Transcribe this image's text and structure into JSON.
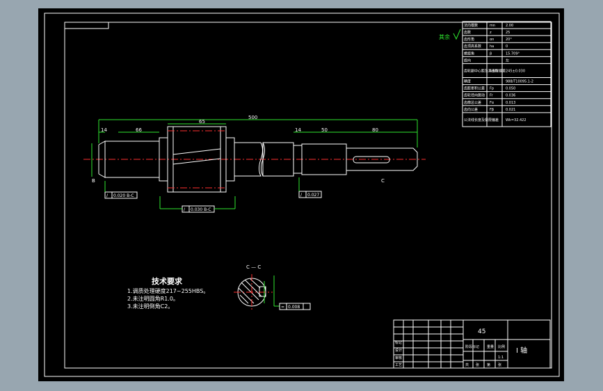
{
  "drawing": {
    "part_name": "I 轴",
    "material": "45",
    "scale": "1:1",
    "dim_overall": "500",
    "dim_65": "65",
    "dim_66": "66",
    "dim_14a": "14",
    "dim_14b": "14",
    "dim_50": "50",
    "dim_80": "80",
    "tol_1": "0.020 B-C",
    "tol_2": "0.030 B-C",
    "tol_3": "0.027",
    "tol_4": "0.008",
    "section_label": "C — C",
    "tech_title": "技术要求",
    "tech_items": [
      "1.调质处理硬度217~255HBS。",
      "2.未注明圆角R1.0。",
      "3.未注明倒角C2。"
    ],
    "rough_mark": "其余",
    "label_b": "B",
    "label_c": "C"
  },
  "gear_table": [
    {
      "name": "法向模数",
      "sym": "mn",
      "val": "2.00"
    },
    {
      "name": "齿数",
      "sym": "z",
      "val": "25"
    },
    {
      "name": "齿形角",
      "sym": "αn",
      "val": "20°"
    },
    {
      "name": "齿顶高系数",
      "sym": "ha",
      "val": "0"
    },
    {
      "name": "螺旋角",
      "sym": "β",
      "val": "15.709°"
    },
    {
      "name": "旋向",
      "sym": "",
      "val": "左"
    },
    {
      "name": "齿轮副中心距及其极限偏差",
      "sym": "a±fa",
      "val": "245±0.030"
    },
    {
      "name": "精度",
      "sym": "",
      "val": "988/T10095.1-2"
    },
    {
      "name": "齿距累积公差",
      "sym": "Fp",
      "val": "0.050"
    },
    {
      "name": "齿轮径向跳动",
      "sym": "Fr",
      "val": "0.036"
    },
    {
      "name": "齿廓总公差",
      "sym": "Fα",
      "val": "0.013"
    },
    {
      "name": "齿向公差",
      "sym": "Fβ",
      "val": "0.021"
    },
    {
      "name": "公法线长度及极限偏差",
      "sym": "",
      "val": "Wk=32.422"
    }
  ],
  "title_block": {
    "row_labels": [
      "标记",
      "设计",
      "审核",
      "工艺"
    ],
    "sign_labels": [
      "阶段标记",
      "重量",
      "比例"
    ],
    "sheet_labels": [
      "共",
      "张",
      "第",
      "张"
    ]
  }
}
